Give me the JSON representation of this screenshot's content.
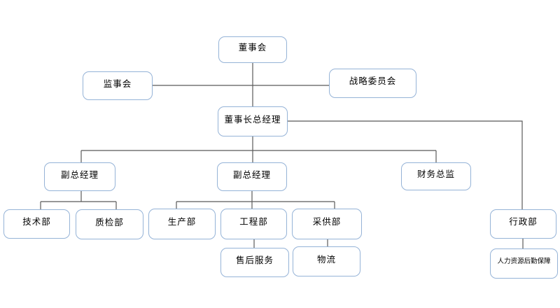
{
  "diagram": {
    "type": "org-chart",
    "title": "",
    "colors": {
      "background": "#ffffff",
      "node_border": "#95b3d7",
      "connector_line": "#595959",
      "text": "#000000"
    },
    "nodes": {
      "board": {
        "label": "董事会"
      },
      "supervisory_board": {
        "label": "监事会"
      },
      "strategy_committee": {
        "label": "战略委员会"
      },
      "chairman_gm": {
        "label": "董事长总经理"
      },
      "deputy_gm_left": {
        "label": "副总经理"
      },
      "deputy_gm_mid": {
        "label": "副总经理"
      },
      "finance_director": {
        "label": "财务总监"
      },
      "tech_dept": {
        "label": "技术部"
      },
      "qc_dept": {
        "label": "质检部"
      },
      "production_dept": {
        "label": "生产部"
      },
      "engineering_dept": {
        "label": "工程部"
      },
      "procurement_dept": {
        "label": "采供部"
      },
      "after_sales_service": {
        "label": "售后服务"
      },
      "logistics": {
        "label": "物流"
      },
      "admin_dept": {
        "label": "行政部"
      },
      "hr_logistics_support": {
        "label": "人力资源后勤保障"
      }
    },
    "edges": [
      {
        "from": "board",
        "to": "chairman_gm"
      },
      {
        "from": "supervisory_board",
        "to": "strategy_committee"
      },
      {
        "from": "chairman_gm",
        "to": "deputy_gm_left"
      },
      {
        "from": "chairman_gm",
        "to": "deputy_gm_mid"
      },
      {
        "from": "chairman_gm",
        "to": "finance_director"
      },
      {
        "from": "chairman_gm",
        "to": "admin_dept"
      },
      {
        "from": "deputy_gm_left",
        "to": "tech_dept"
      },
      {
        "from": "deputy_gm_left",
        "to": "qc_dept"
      },
      {
        "from": "deputy_gm_mid",
        "to": "production_dept"
      },
      {
        "from": "deputy_gm_mid",
        "to": "engineering_dept"
      },
      {
        "from": "deputy_gm_mid",
        "to": "procurement_dept"
      },
      {
        "from": "engineering_dept",
        "to": "after_sales_service"
      },
      {
        "from": "procurement_dept",
        "to": "logistics"
      },
      {
        "from": "admin_dept",
        "to": "hr_logistics_support"
      }
    ]
  }
}
